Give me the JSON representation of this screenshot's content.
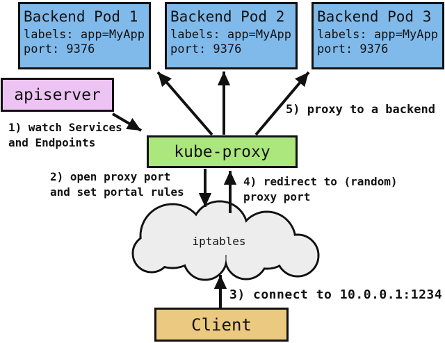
{
  "colors": {
    "pod-fill": "#80baeb",
    "apiserver-fill": "#ecc3f2",
    "kubeproxy-fill": "#abe77d",
    "client-fill": "#ecc981",
    "cloud-fill": "#ededed",
    "border": "#111111",
    "arrow": "#111111",
    "background": "#ffffff",
    "text": "#111111"
  },
  "pods": [
    {
      "title": "Backend Pod 1",
      "labels_line": "labels: app=MyApp",
      "port_line": "port: 9376"
    },
    {
      "title": "Backend Pod 2",
      "labels_line": "labels: app=MyApp",
      "port_line": "port: 9376"
    },
    {
      "title": "Backend Pod 3",
      "labels_line": "labels: app=MyApp",
      "port_line": "port: 9376"
    }
  ],
  "apiserver_label": "apiserver",
  "kube_proxy_label": "kube-proxy",
  "iptables_label": "iptables",
  "client_label": "Client",
  "annotations": {
    "step1": "1) watch Services\nand Endpoints",
    "step2": "2) open proxy port\nand set portal rules",
    "step3": "3) connect to 10.0.0.1:1234",
    "step4": "4) redirect to (random)\nproxy port",
    "step5": "5) proxy to a backend"
  }
}
